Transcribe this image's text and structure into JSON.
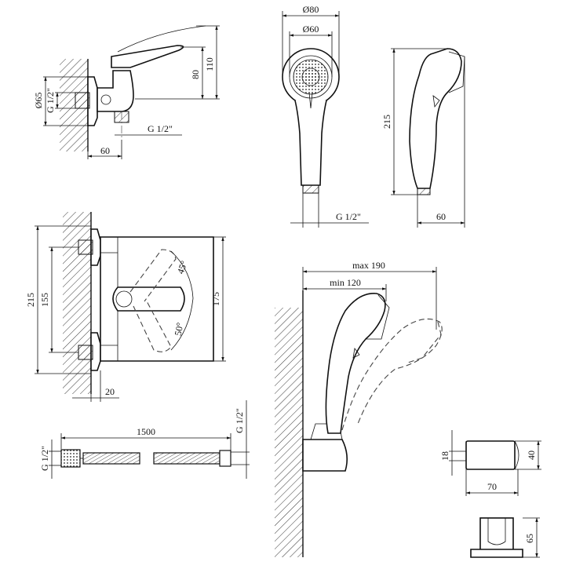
{
  "labels": {
    "mixer_side": {
      "height_total": "110",
      "height_outlet": "80",
      "diameter_flange": "Ø65",
      "thread_inlet": "G 1/2\"",
      "thread_outlet": "G 1/2\"",
      "depth": "60"
    },
    "mixer_front": {
      "height_overall": "215",
      "centers": "155",
      "height_body": "175",
      "offset": "20",
      "angle_up": "45°",
      "angle_down": "50°"
    },
    "hand_shower": {
      "diameter_outer": "Ø80",
      "diameter_inner": "Ø60",
      "thread": "G 1/2\"",
      "length": "215",
      "head_depth": "60"
    },
    "hose": {
      "length": "1500",
      "thread_left": "G 1/2\"",
      "thread_right": "G 1/2\""
    },
    "holder": {
      "max_reach": "max 190",
      "min_reach": "min 120",
      "height": "40",
      "thread_pitch": "18",
      "depth": "70",
      "base_height": "65"
    }
  }
}
